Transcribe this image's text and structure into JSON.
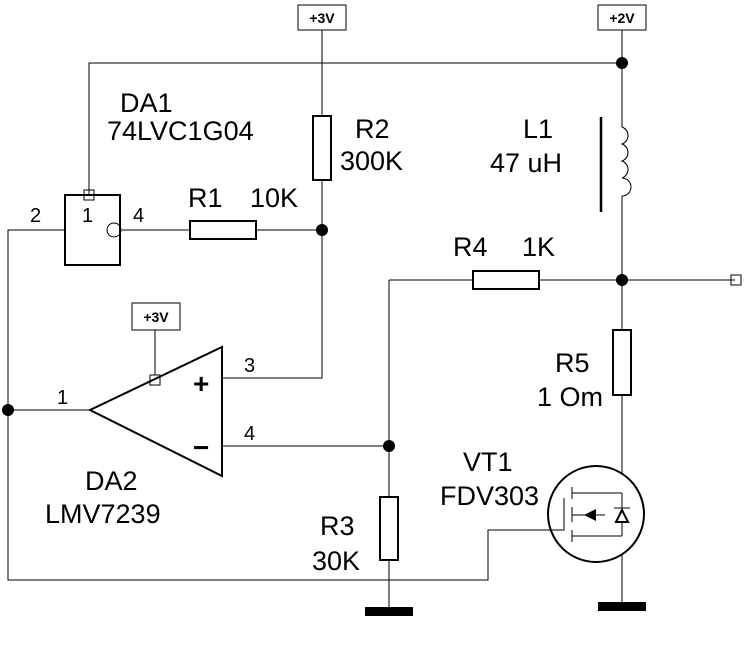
{
  "power": {
    "vcc_r2": "+3V",
    "vcc_l1": "+2V",
    "vcc_da2": "+3V"
  },
  "da1": {
    "ref": "DA1",
    "part": "74LVC1G04",
    "pin_in": "2",
    "pin_out": "4",
    "pin_pwr": "1"
  },
  "da2": {
    "ref": "DA2",
    "part": "LMV7239",
    "pin_out": "1",
    "pin_plus": "3",
    "pin_minus": "4",
    "plus_sign": "+",
    "minus_sign": "−"
  },
  "r1": {
    "ref": "R1",
    "value": "10K"
  },
  "r2": {
    "ref": "R2",
    "value": "300K"
  },
  "r3": {
    "ref": "R3",
    "value": "30K"
  },
  "r4": {
    "ref": "R4",
    "value": "1K"
  },
  "r5": {
    "ref": "R5",
    "value": "1 Om"
  },
  "l1": {
    "ref": "L1",
    "value": "47 uH"
  },
  "vt1": {
    "ref": "VT1",
    "part": "FDV303"
  }
}
